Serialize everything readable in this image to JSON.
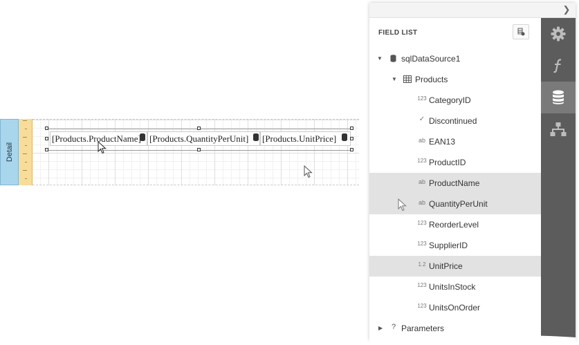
{
  "design_surface": {
    "band_label": "Detail",
    "fields": [
      {
        "text": "[Products.ProductName]"
      },
      {
        "text": "[Products.QuantityPerUnit]"
      },
      {
        "text": "[Products.UnitPrice]"
      }
    ]
  },
  "field_list": {
    "title": "FIELD LIST",
    "datasource": {
      "label": "sqlDataSource1",
      "expanded": true
    },
    "table": {
      "label": "Products",
      "expanded": true
    },
    "fields": [
      {
        "label": "CategoryID",
        "type_icon": "123",
        "highlighted": false
      },
      {
        "label": "Discontinued",
        "type_icon": "✓",
        "highlighted": false
      },
      {
        "label": "EAN13",
        "type_icon": "ab",
        "highlighted": false
      },
      {
        "label": "ProductID",
        "type_icon": "123",
        "highlighted": false
      },
      {
        "label": "ProductName",
        "type_icon": "ab",
        "highlighted": true
      },
      {
        "label": "QuantityPerUnit",
        "type_icon": "ab",
        "highlighted": true
      },
      {
        "label": "ReorderLevel",
        "type_icon": "123",
        "highlighted": false
      },
      {
        "label": "SupplierID",
        "type_icon": "123",
        "highlighted": false
      },
      {
        "label": "UnitPrice",
        "type_icon": "1.2",
        "highlighted": true
      },
      {
        "label": "UnitsInStock",
        "type_icon": "123",
        "highlighted": false
      },
      {
        "label": "UnitsOnOrder",
        "type_icon": "123",
        "highlighted": false
      }
    ],
    "parameters": {
      "label": "Parameters",
      "type_icon": "?",
      "expanded": false
    }
  },
  "sidebar": {
    "buttons": [
      {
        "icon": "gear-icon",
        "active": false
      },
      {
        "icon": "function-icon",
        "active": false
      },
      {
        "icon": "database-icon",
        "active": true
      },
      {
        "icon": "hierarchy-icon",
        "active": false
      }
    ]
  },
  "colors": {
    "band_tab": "#a9d6ec",
    "ruler": "#f8dc9a",
    "sidebar": "#5c5c5c",
    "sidebar_active": "#7a7a7a",
    "row_highlight": "#e2e2e2"
  }
}
